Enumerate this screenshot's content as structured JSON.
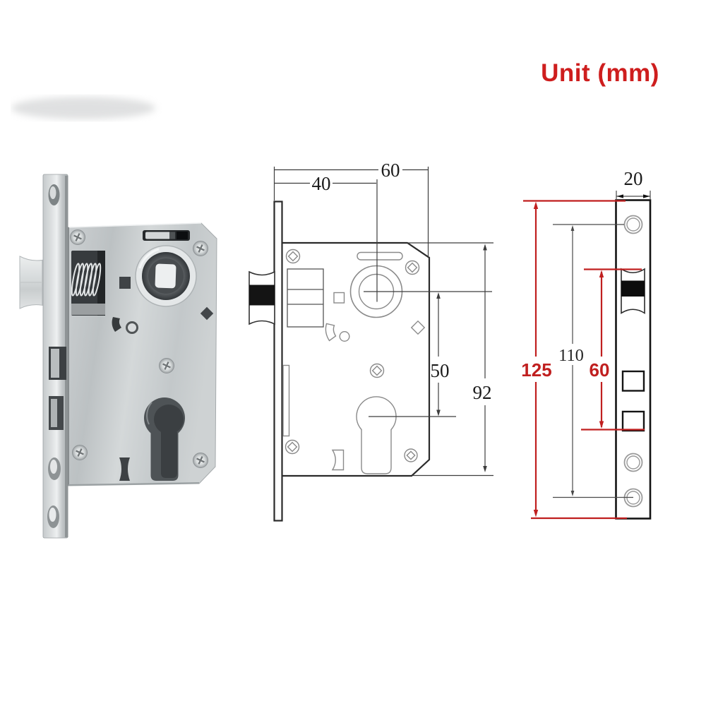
{
  "title": {
    "text": "Unit (mm)"
  },
  "side_view": {
    "dims": {
      "top_outer": "60",
      "top_inner": "40",
      "center_span": "50",
      "body_height": "92"
    }
  },
  "faceplate_view": {
    "dims": {
      "width": "20",
      "screw_span": "110",
      "plate_length": "125",
      "latch_span": "60"
    }
  },
  "colors": {
    "dimension_red": "#c01f1f",
    "drawing_line": "#2a2a2a",
    "detail_line": "#8a8a8a",
    "title_red": "#ce1e1e"
  }
}
